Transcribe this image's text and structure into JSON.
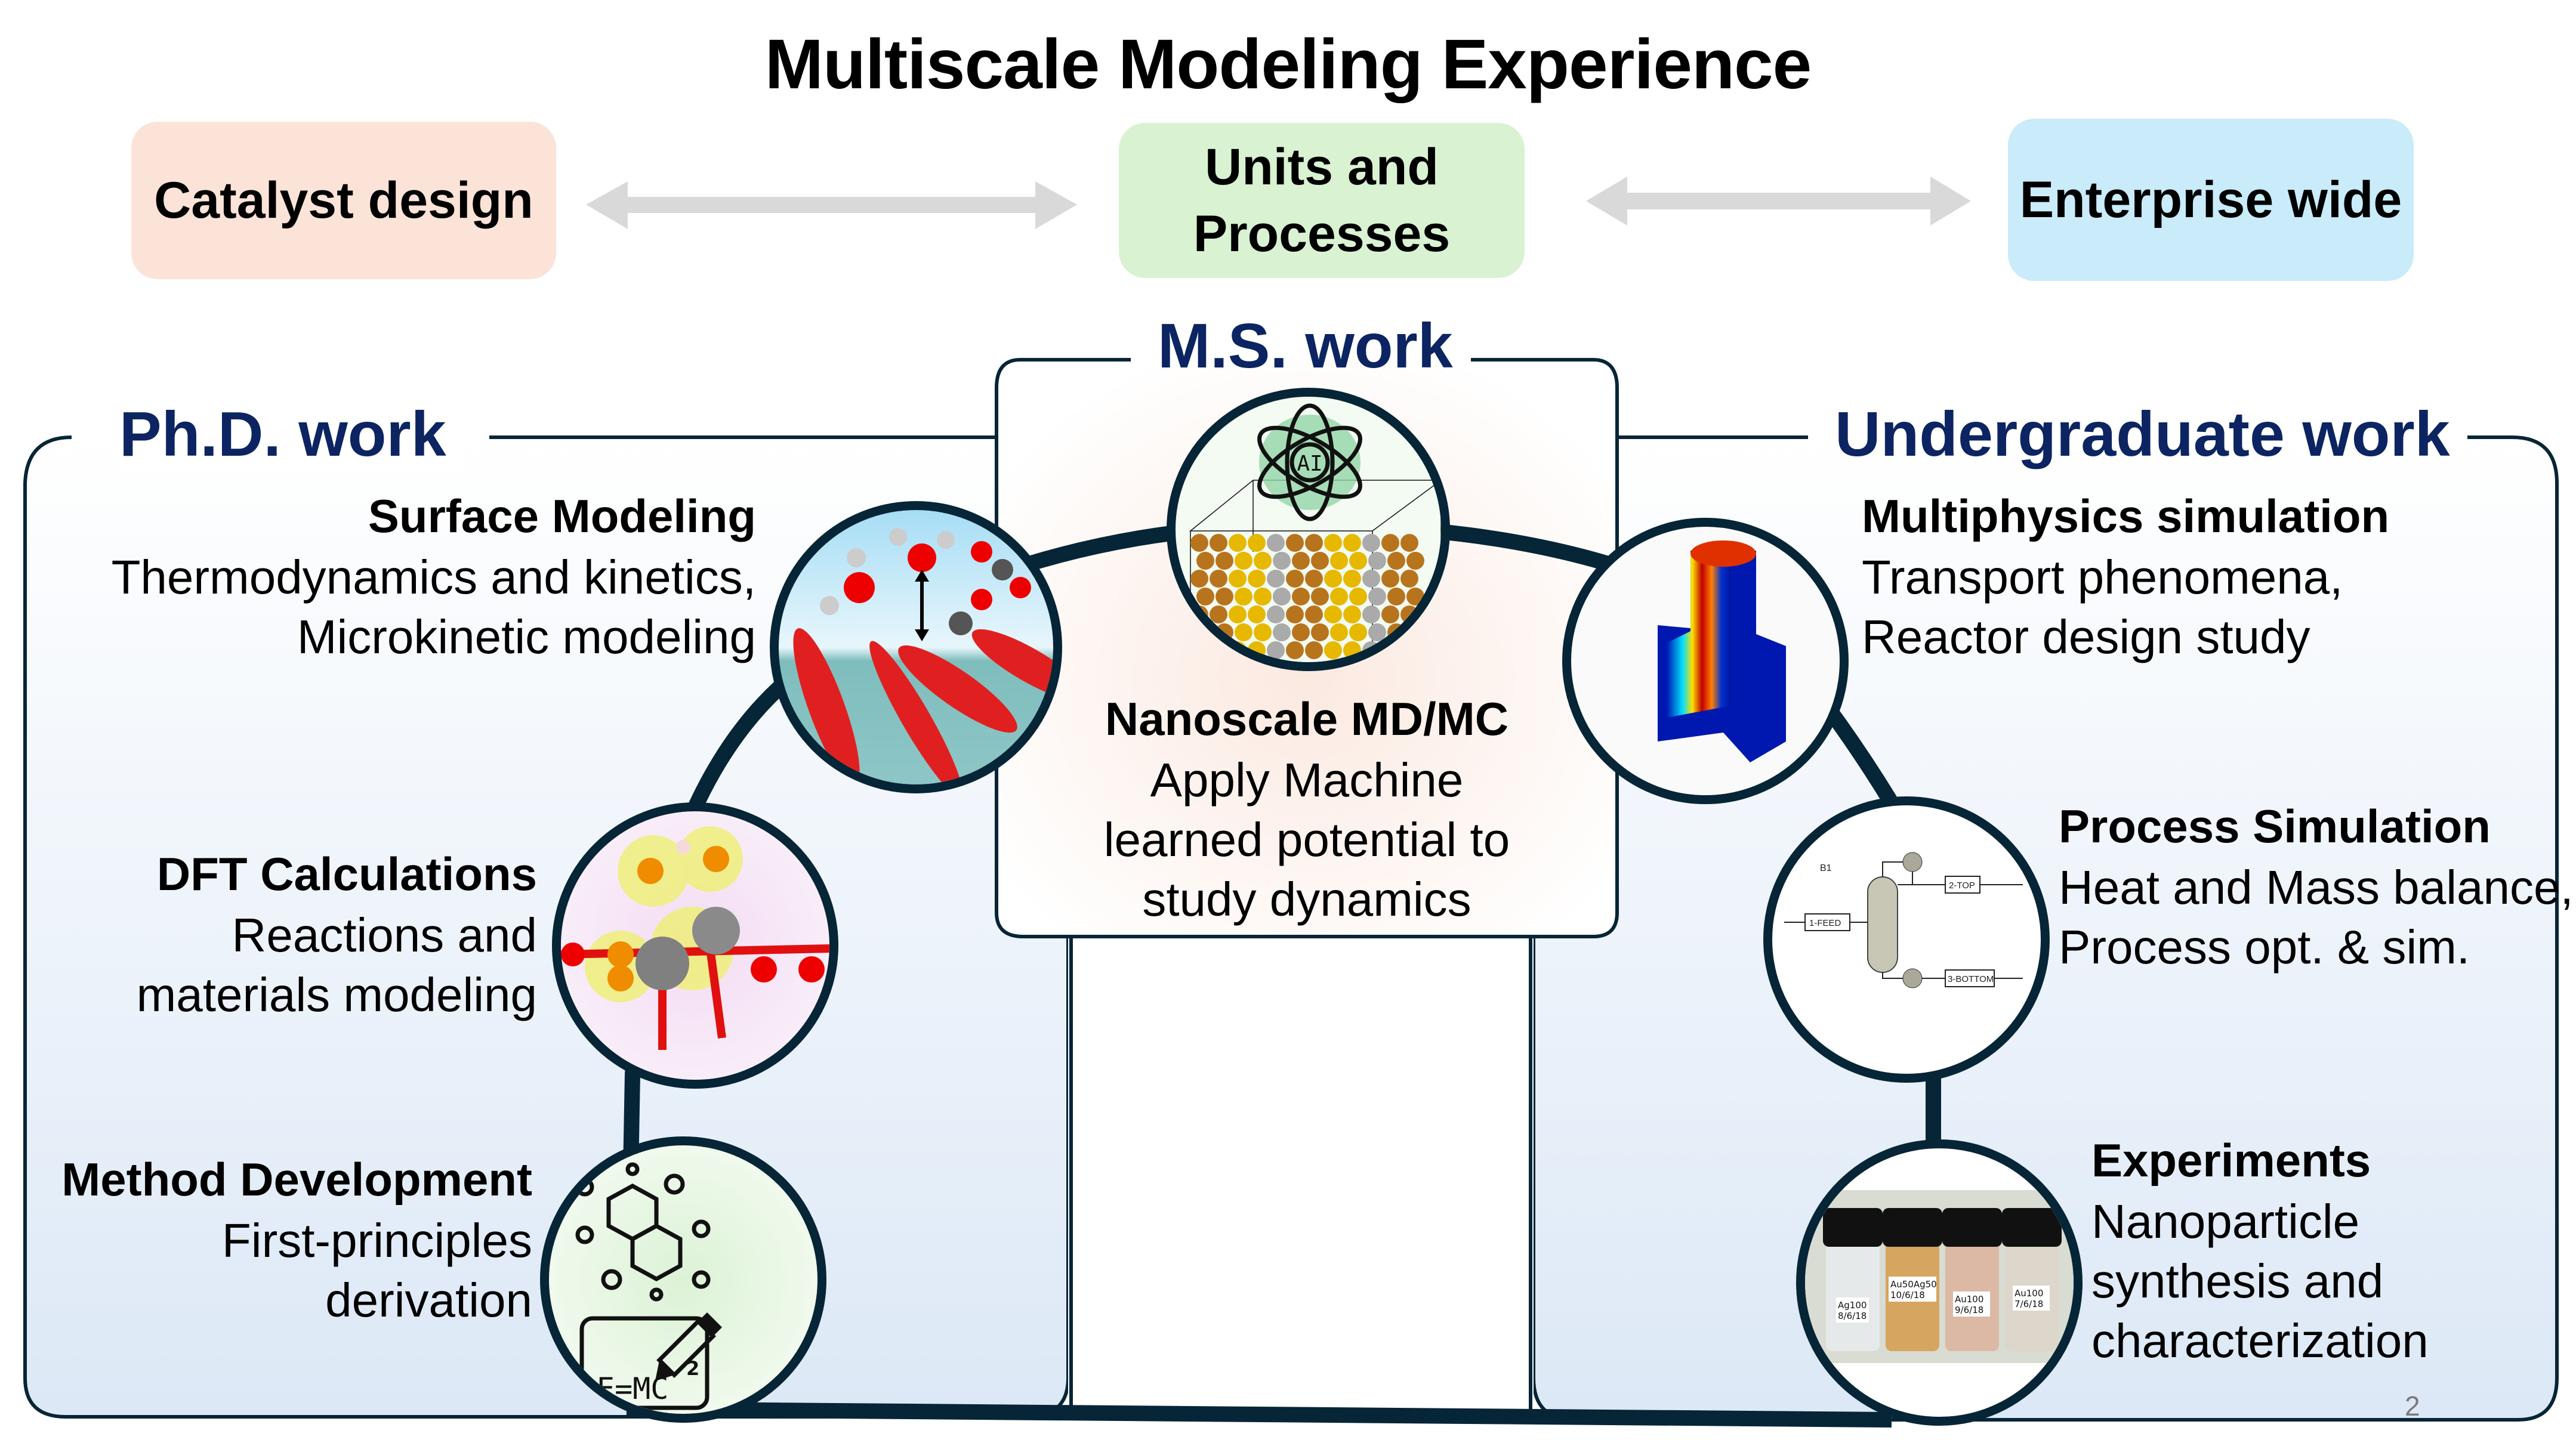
{
  "title": "Multiscale Modeling Experience",
  "scale_boxes": [
    {
      "label": "Catalyst design",
      "color": "#fbe3d7"
    },
    {
      "label": "Units and\nProcesses",
      "label_line1": "Units and",
      "label_line2": "Processes",
      "color": "#d9f2d2"
    },
    {
      "label": "Enterprise wide",
      "color": "#c9ebfa"
    }
  ],
  "arrows": [
    {
      "from": "Catalyst design",
      "to": "Units and Processes",
      "type": "bidirectional"
    },
    {
      "from": "Units and Processes",
      "to": "Enterprise wide",
      "type": "bidirectional"
    }
  ],
  "panels": {
    "phd": {
      "title": "Ph.D. work",
      "items": [
        {
          "heading": "Surface Modeling",
          "lines": [
            "Thermodynamics and kinetics,",
            "Microkinetic modeling"
          ],
          "image": "surface-molecules-icon"
        },
        {
          "heading": "DFT Calculations",
          "lines": [
            "Reactions and",
            "materials modeling"
          ],
          "image": "dft-orbital-icon"
        },
        {
          "heading": "Method Development",
          "lines": [
            "First-principles",
            "derivation"
          ],
          "image": "molecule-equation-icon",
          "equation": "E=MC",
          "exponent": "2"
        }
      ]
    },
    "ms": {
      "title": "M.S. work",
      "items": [
        {
          "heading": "Nanoscale MD/MC",
          "lines": [
            "Apply Machine",
            "learned potential to",
            "study dynamics"
          ],
          "image": "ai-atom-lattice-icon",
          "ai_label": "AI"
        }
      ]
    },
    "undergrad": {
      "title": "Undergraduate work",
      "items": [
        {
          "heading": "Multiphysics simulation",
          "lines": [
            "Transport phenomena,",
            "Reactor design study"
          ],
          "image": "reactor-heatmap-icon"
        },
        {
          "heading": "Process Simulation",
          "lines": [
            "Heat and Mass balance,",
            "Process opt. & sim."
          ],
          "image": "distillation-flowsheet-icon",
          "flowsheet_labels": {
            "block": "B1",
            "feed": "1-FEED",
            "top": "2-TOP",
            "bottom": "3-BOTTOM"
          }
        },
        {
          "heading": "Experiments",
          "lines": [
            "Nanoparticle",
            "synthesis and",
            "characterization"
          ],
          "image": "nanoparticle-vials-icon",
          "vial_labels": [
            [
              "Ag100",
              "8/6/18"
            ],
            [
              "Au50Ag50",
              "10/6/18"
            ],
            [
              "Au100",
              "9/6/18"
            ],
            [
              "Au100",
              "7/6/18"
            ]
          ]
        }
      ]
    }
  },
  "colors": {
    "panel_title": "#0c2461",
    "outline": "#062536",
    "arrow": "#d9d9d9"
  },
  "page_number": "2"
}
